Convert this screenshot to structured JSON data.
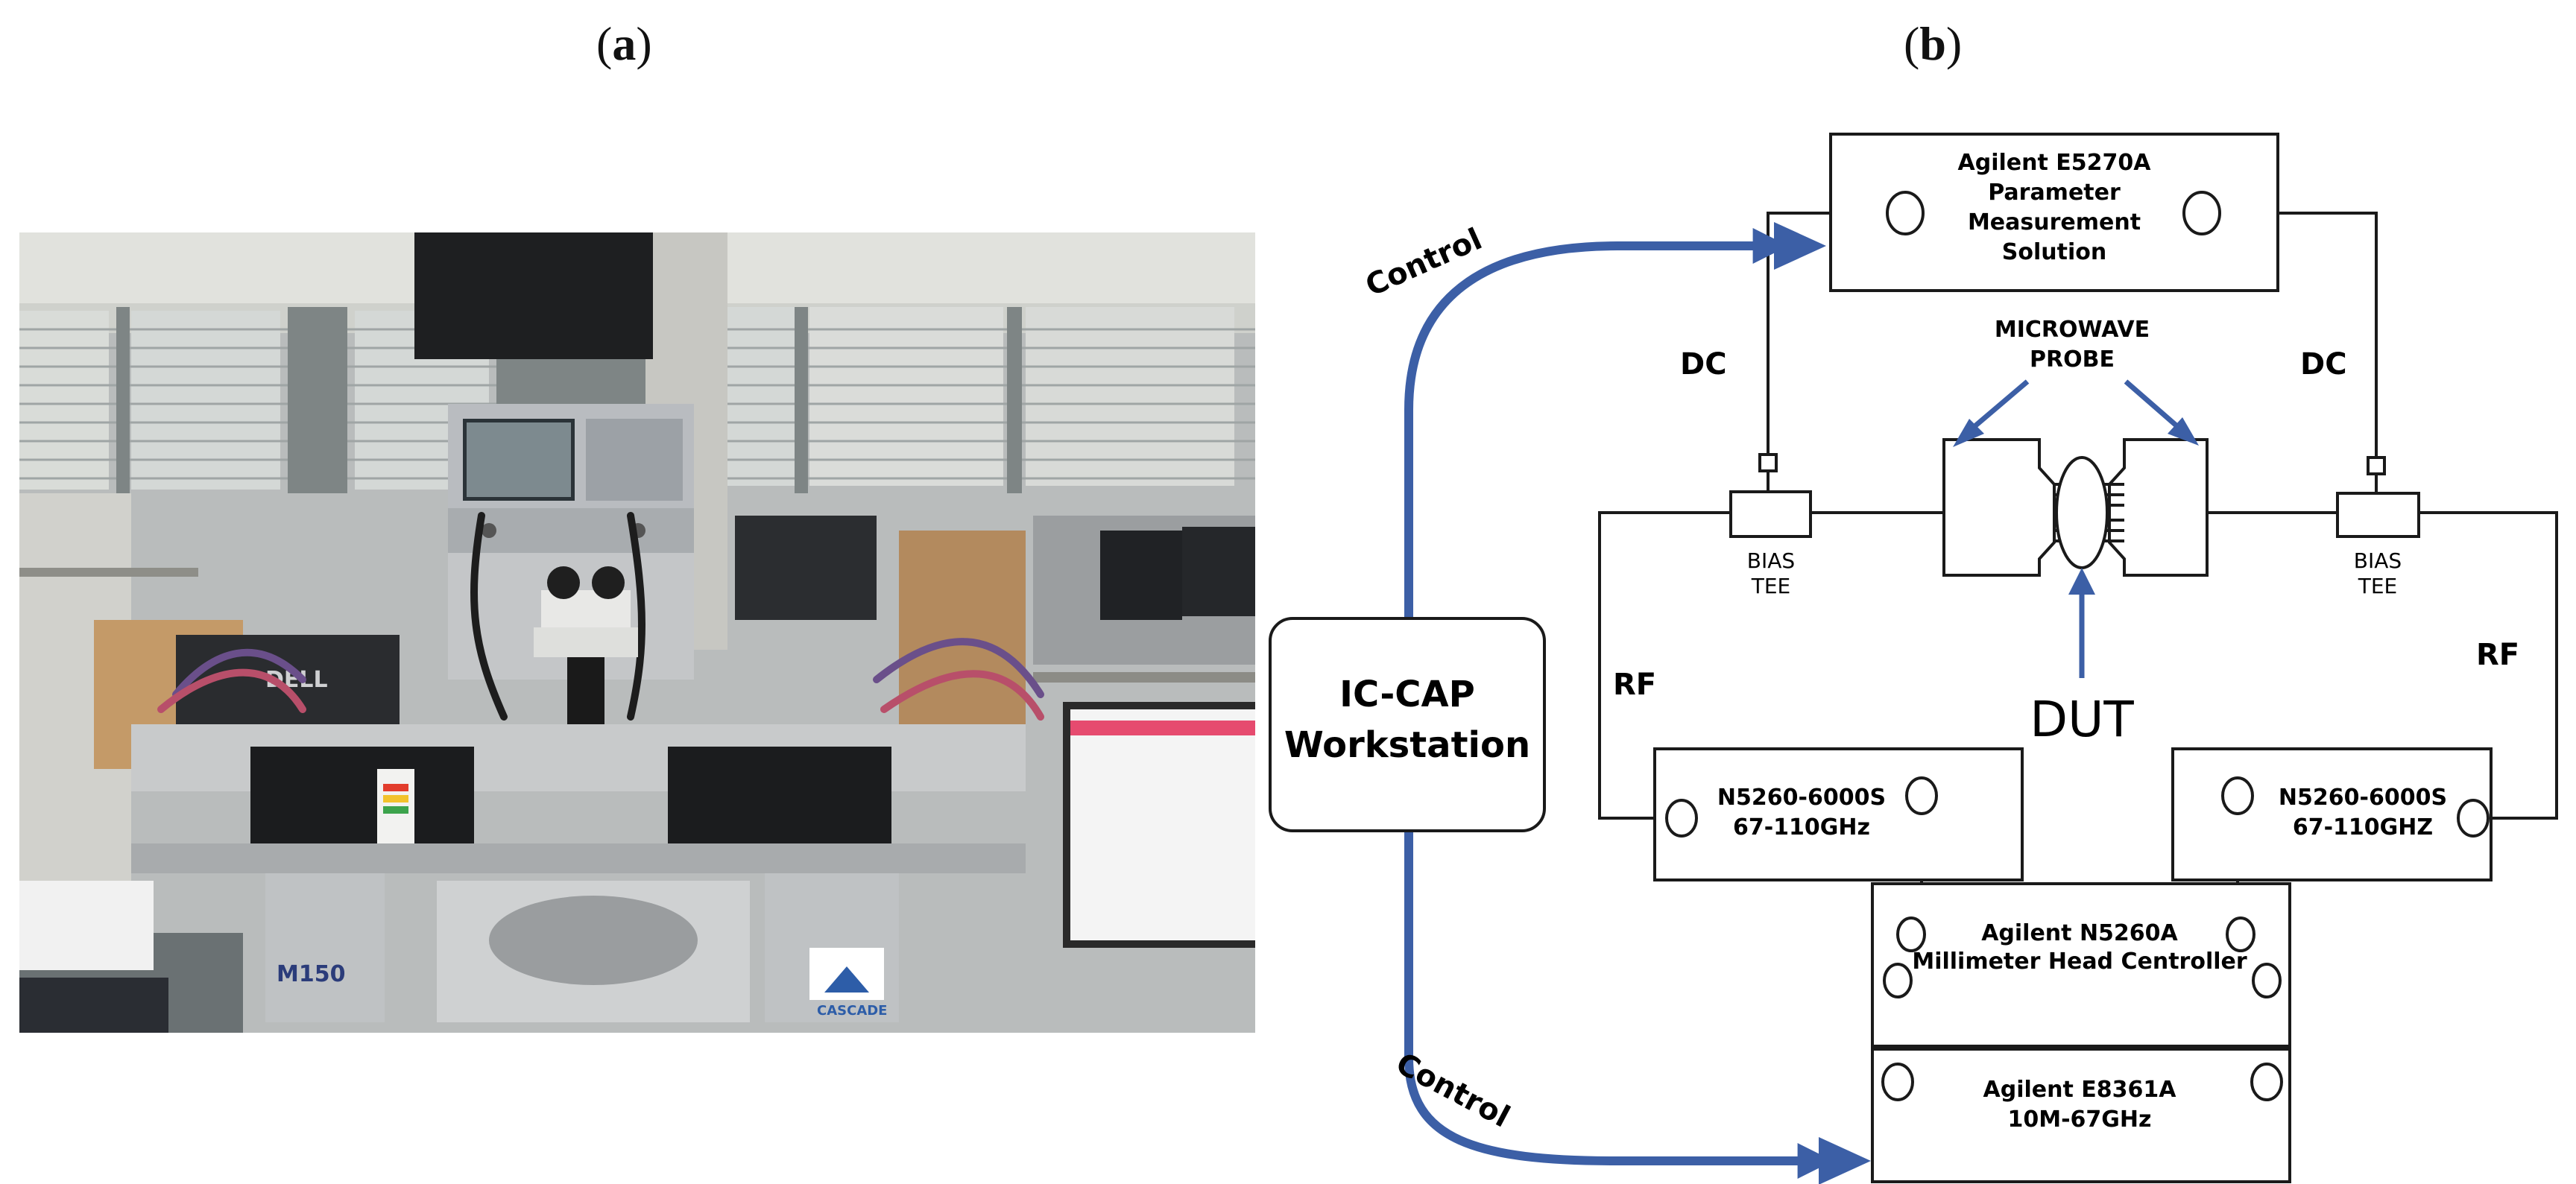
{
  "panels": {
    "a": {
      "open": "(",
      "letter": "a",
      "close": ")"
    },
    "b": {
      "open": "(",
      "letter": "b",
      "close": ")"
    }
  },
  "photo": {
    "labels": {
      "monitor_brand": "DELL",
      "probe_station_model": "M150",
      "station_brand": "CASCADE"
    }
  },
  "diagram": {
    "param_analyzer": {
      "lines": [
        "Agilent E5270A",
        "Parameter",
        "Measurement",
        "Solution"
      ]
    },
    "dc_left": "DC",
    "dc_right": "DC",
    "microwave_probe": {
      "lines": [
        "MICROWAVE",
        "PROBE"
      ]
    },
    "bias_tee_left": {
      "lines": [
        "BIAS",
        "TEE"
      ]
    },
    "bias_tee_right": {
      "lines": [
        "BIAS",
        "TEE"
      ]
    },
    "dut": "DUT",
    "rf_left": "RF",
    "rf_right": "RF",
    "workstation": {
      "lines": [
        "IC-CAP",
        "Workstation"
      ]
    },
    "control_top": "Control",
    "control_bottom": "Control",
    "freq_ext_left": {
      "lines": [
        "N5260-6000S",
        "67-110GHz"
      ]
    },
    "freq_ext_right": {
      "lines": [
        "N5260-6000S",
        "67-110GHZ"
      ]
    },
    "mm_controller": {
      "lines": [
        "Agilent N5260A",
        "Millimeter Head Centroller"
      ]
    },
    "vna": {
      "lines": [
        "Agilent E8361A",
        "10M-67GHz"
      ]
    }
  },
  "colors": {
    "arrow": "#3c5fa6",
    "line": "#1a1a1a"
  }
}
